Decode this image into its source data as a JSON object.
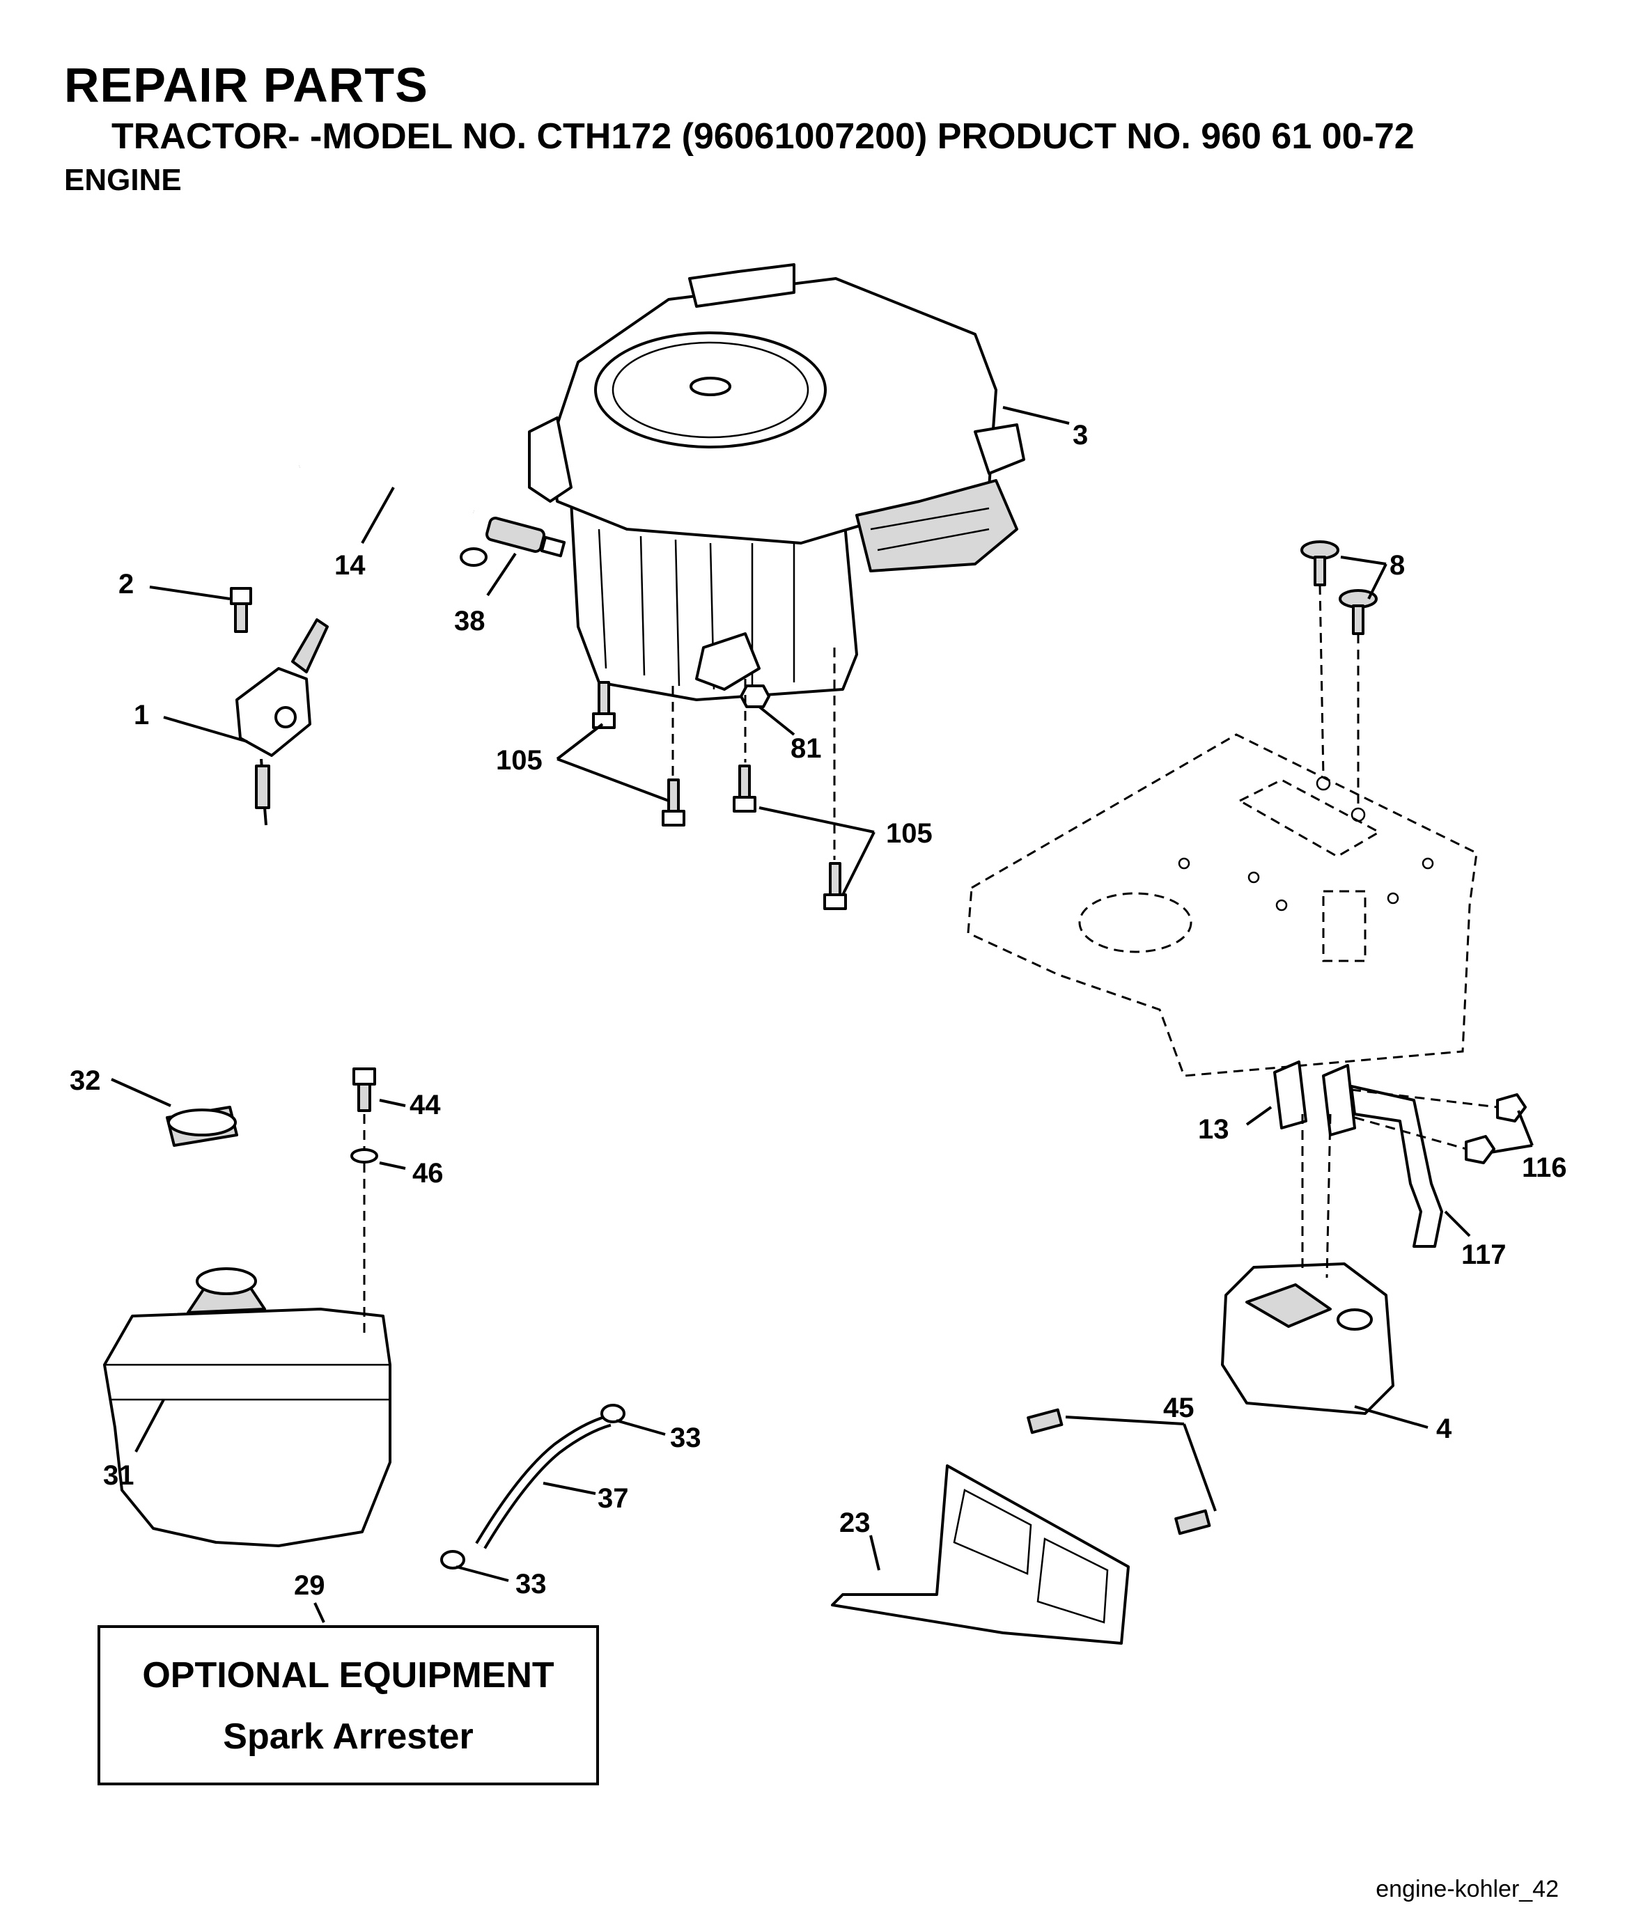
{
  "header": {
    "title": "REPAIR PARTS",
    "subtitle": "TRACTOR- -MODEL NO. CTH172 (96061007200) PRODUCT NO. 960 61 00-72",
    "section": "ENGINE"
  },
  "callouts": {
    "c1": "1",
    "c2": "2",
    "c3": "3",
    "c4": "4",
    "c8": "8",
    "c13": "13",
    "c14": "14",
    "c23": "23",
    "c29": "29",
    "c31": "31",
    "c32": "32",
    "c33a": "33",
    "c33b": "33",
    "c37": "37",
    "c38": "38",
    "c44": "44",
    "c45": "45",
    "c46": "46",
    "c81": "81",
    "c105a": "105",
    "c105b": "105",
    "c116": "116",
    "c117": "117"
  },
  "optional_equipment": {
    "title": "OPTIONAL EQUIPMENT",
    "item": "Spark Arrester"
  },
  "footer": {
    "code": "engine-kohler_42"
  }
}
